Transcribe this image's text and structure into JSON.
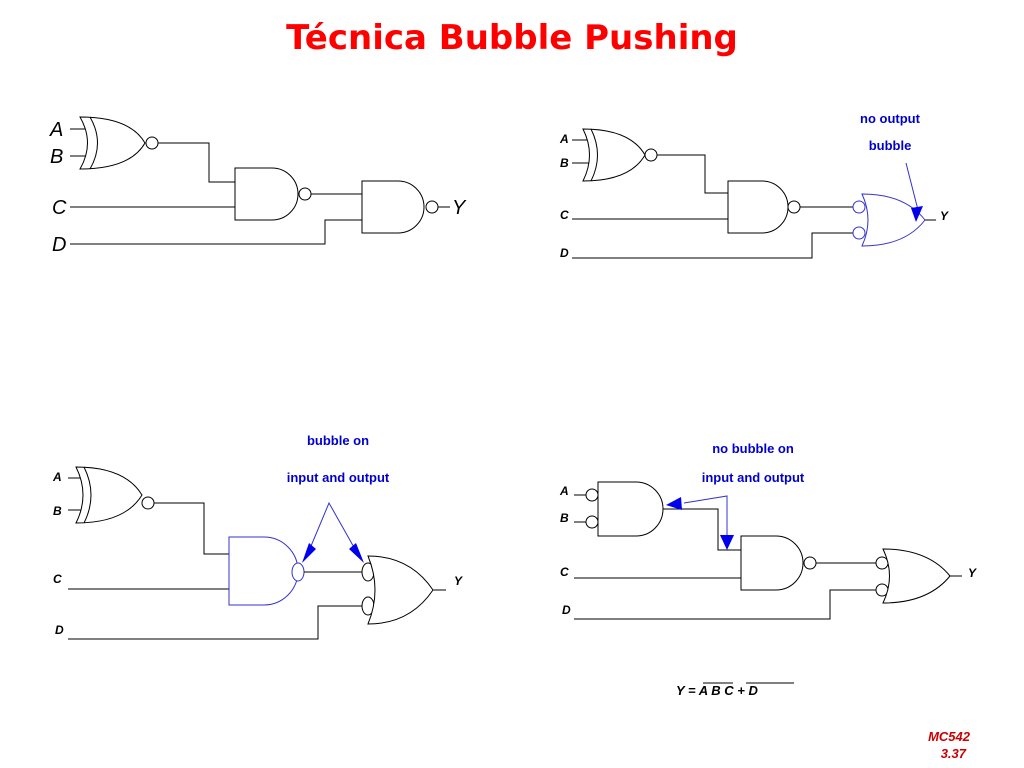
{
  "slide": {
    "title": "Técnica Bubble Pushing"
  },
  "circuit1": {
    "labels": [
      "A",
      "B",
      "C",
      "D",
      "Y"
    ]
  },
  "circuit2": {
    "labels": [
      "A",
      "B",
      "C",
      "D",
      "Y"
    ],
    "note": [
      "no output",
      "bubble"
    ]
  },
  "circuit3": {
    "labels": [
      "A",
      "B",
      "C",
      "D",
      "Y"
    ],
    "note": [
      "bubble on",
      "input and output"
    ]
  },
  "circuit4": {
    "labels": [
      "A",
      "B",
      "C",
      "D",
      "Y"
    ],
    "note": [
      "no bubble on",
      "input and output"
    ]
  },
  "equation": "Y =  A B C + D",
  "footer": {
    "course": "MC542",
    "page": "3.37"
  }
}
